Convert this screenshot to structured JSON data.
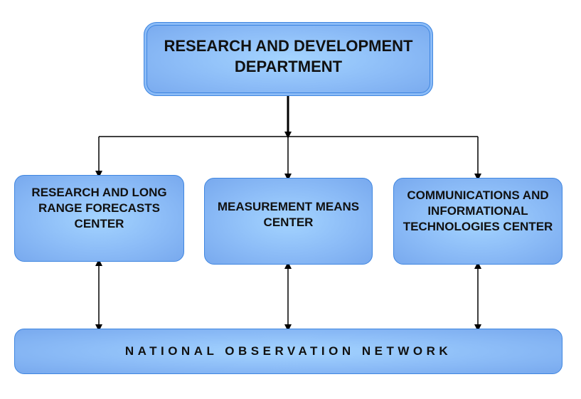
{
  "department": {
    "title": "RESEARCH AND DEVELOPMENT DEPARTMENT"
  },
  "centers": [
    {
      "label": "RESEARCH AND LONG RANGE FORECASTS CENTER"
    },
    {
      "label": "MEASUREMENT MEANS CENTER"
    },
    {
      "label": "COMMUNICATIONS AND INFORMATIONAL TECHNOLOGIES CENTER"
    }
  ],
  "network": {
    "label": "NATIONAL OBSERVATION NETWORK"
  },
  "colors": {
    "box_fill": "#8cbcf7",
    "box_border": "#3f86e0",
    "line": "#000000"
  }
}
